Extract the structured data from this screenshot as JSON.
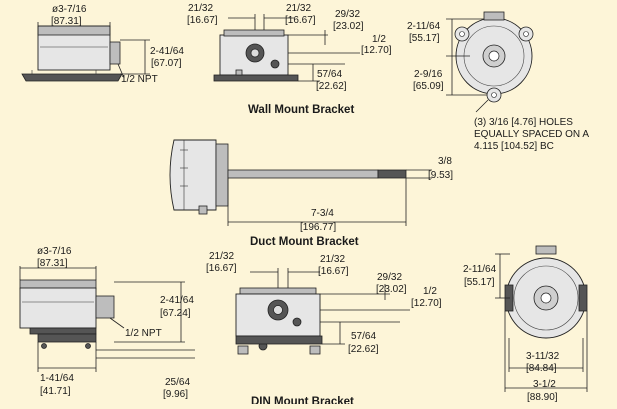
{
  "titles": {
    "wall": "Wall Mount Bracket",
    "duct": "Duct Mount Bracket",
    "din": "DIN Mount Bracket"
  },
  "wall": {
    "dia": "ø3-7/16",
    "dia_mm": "[87.31]",
    "height": "2-41/64",
    "height_mm": "[67.07]",
    "npt": "1/2 NPT",
    "a": "21/32",
    "a_mm": "[16.67]",
    "b": "21/32",
    "b_mm": "[16.67]",
    "c": "29/32",
    "c_mm": "[23.02]",
    "d": "1/2",
    "d_mm": "[12.70]",
    "e": "57/64",
    "e_mm": "[22.62]"
  },
  "rear": {
    "a": "2-11/64",
    "a_mm": "[55.17]",
    "b": "2-9/16",
    "b_mm": "[65.09]",
    "note1": "(3) 3/16 [4.76] HOLES",
    "note2": "EQUALLY SPACED ON A",
    "note3": "4.115 [104.52] BC"
  },
  "duct": {
    "probe": "3/8",
    "probe_mm": "[9.53]",
    "length": "7-3/4",
    "length_mm": "[196.77]"
  },
  "din": {
    "dia": "ø3-7/16",
    "dia_mm": "[87.31]",
    "height": "2-41/64",
    "height_mm": "[67.24]",
    "npt": "1/2 NPT",
    "w": "1-41/64",
    "w_mm": "[41.71]",
    "h": "25/64",
    "h_mm": "[9.96]",
    "a": "21/32",
    "a_mm": "[16.67]",
    "b": "21/32",
    "b_mm": "[16.67]",
    "c": "29/32",
    "c_mm": "[23.02]",
    "d": "1/2",
    "d_mm": "[12.70]",
    "e": "57/64",
    "e_mm": "[22.62]",
    "r_a": "2-11/64",
    "r_a_mm": "[55.17]",
    "r_w": "3-11/32",
    "r_w_mm": "[84.84]",
    "r_w2": "3-1/2",
    "r_w2_mm": "[88.90]"
  }
}
